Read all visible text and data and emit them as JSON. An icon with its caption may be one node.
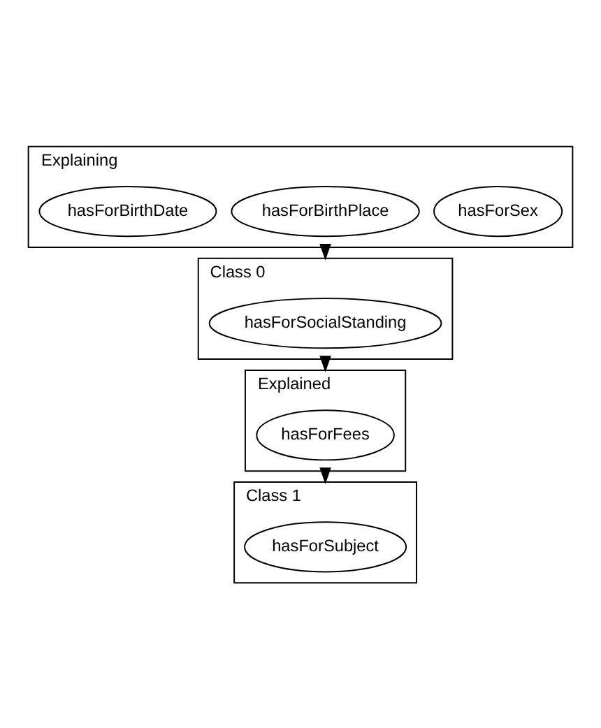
{
  "diagram": {
    "nodes": [
      {
        "text": [
          "Explaining"
        ]
      },
      {
        "text": [
          "hasForSex"
        ],
        "in": 0
      },
      {
        "text": [
          "hasForBirthPlace"
        ],
        "in": 0
      },
      {
        "text": [
          "hasForBirthDate"
        ],
        "in": 0
      },
      {
        "text": [
          "Class 0"
        ]
      },
      {
        "text": [
          "hasForSocialStanding"
        ],
        "in": 4
      },
      {
        "text": [
          "Explained"
        ]
      },
      {
        "text": [
          "hasForFees"
        ],
        "in": 6
      },
      {
        "text": [
          "Class 1"
        ]
      },
      {
        "text": [
          "hasForSubject"
        ],
        "in": 8
      }
    ],
    "edges": [
      {
        "from": 0,
        "to": 4,
        "arrow": "to"
      },
      {
        "from": 4,
        "to": 6,
        "arrow": "to"
      },
      {
        "from": 6,
        "to": 8,
        "arrow": "to"
      }
    ]
  }
}
